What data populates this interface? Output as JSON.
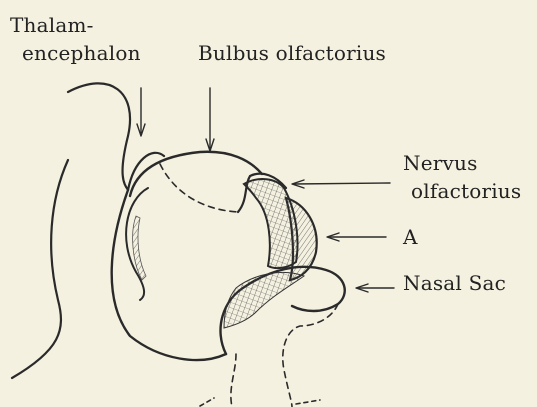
{
  "labels": {
    "thalamencephalon_line1": "Thalam-",
    "thalamencephalon_line2": "encephalon",
    "bulbus": "Bulbus olfactorius",
    "nervus_line1": "Nervus",
    "nervus_line2": "olfactorius",
    "a": "A",
    "nasal_sac": "Nasal Sac"
  }
}
